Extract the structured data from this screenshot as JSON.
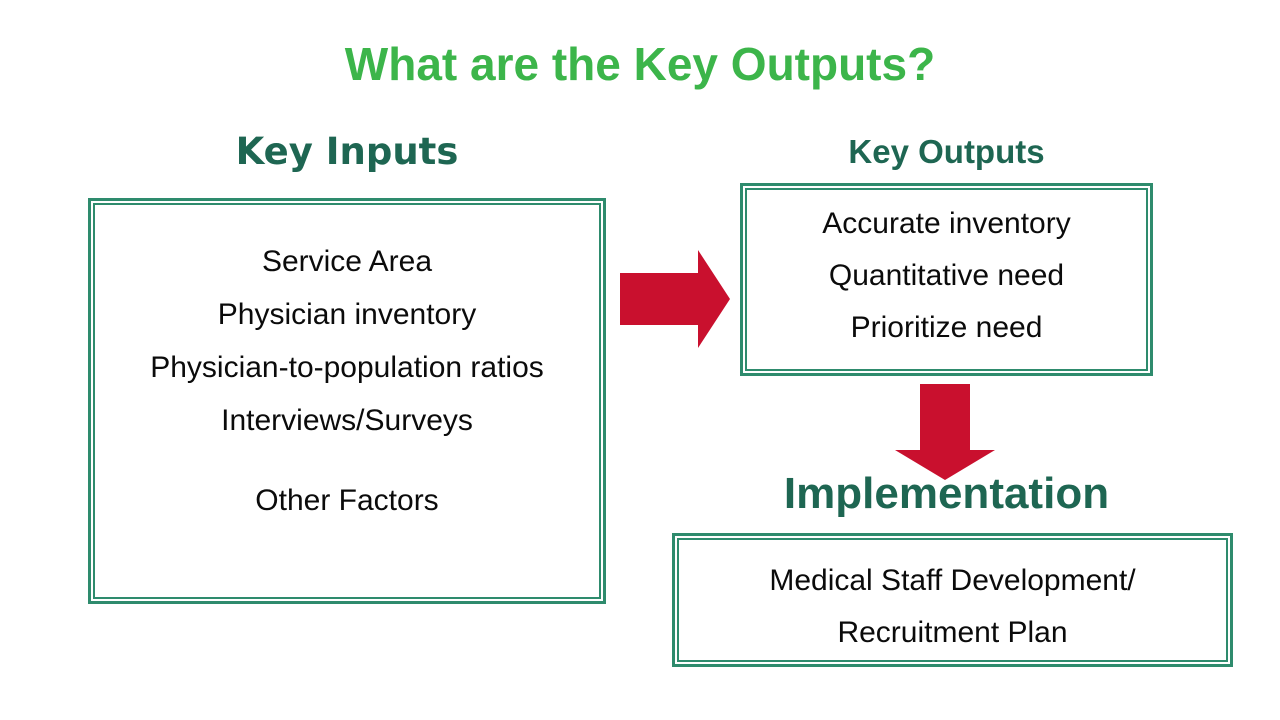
{
  "title": "What are the Key Outputs?",
  "colors": {
    "title_green": "#3cb54a",
    "heading_green": "#1e6652",
    "border_green": "#2e8b6d",
    "arrow_red": "#c9102e",
    "text_color": "#0b0b0b"
  },
  "inputs": {
    "heading": "Key Inputs",
    "items": [
      "Service Area",
      "Physician inventory",
      "Physician-to-population ratios",
      "Interviews/Surveys",
      "Other Factors"
    ]
  },
  "outputs": {
    "heading": "Key Outputs",
    "items": [
      "Accurate inventory",
      "Quantitative need",
      "Prioritize need"
    ]
  },
  "implementation": {
    "heading": "Implementation",
    "plan": "Medical Staff Development/ Recruitment Plan"
  },
  "icons": {
    "flow_right": "block-arrow-right-icon",
    "flow_down": "block-arrow-down-icon"
  }
}
